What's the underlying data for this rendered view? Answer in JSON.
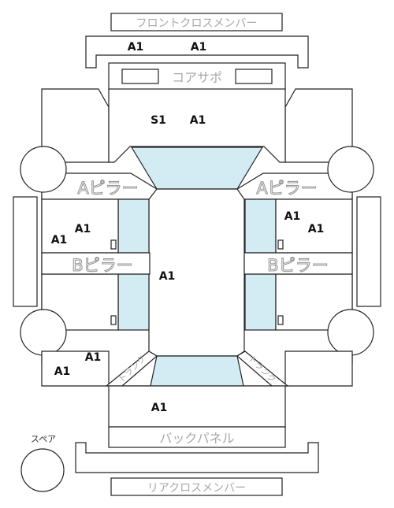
{
  "parts": {
    "front_cross_member": "フロントクロスメンバー",
    "core_support": "コアサポ",
    "a_pillar_left": "Aピラー",
    "a_pillar_right": "Aピラー",
    "b_pillar_left": "Bピラー",
    "b_pillar_right": "Bピラー",
    "trunk_left": "トランク",
    "trunk_right": "トランク",
    "back_panel": "バックパネル",
    "rear_cross_member": "リアクロスメンバー",
    "spare": "スペア"
  },
  "grades": {
    "front_member_left": "A1",
    "front_member_right": "A1",
    "hood_s": "S1",
    "hood_a": "A1",
    "left_front_a1": "A1",
    "left_front_a2": "A1",
    "right_front_a1": "A1",
    "right_front_a2": "A1",
    "roof": "A1",
    "left_rear_a1": "A1",
    "left_rear_a2": "A1",
    "trunk_lid": "A1"
  },
  "colors": {
    "glass": "#d3ebf3",
    "outline": "#222222",
    "label_gray": "#a8a8a8"
  }
}
